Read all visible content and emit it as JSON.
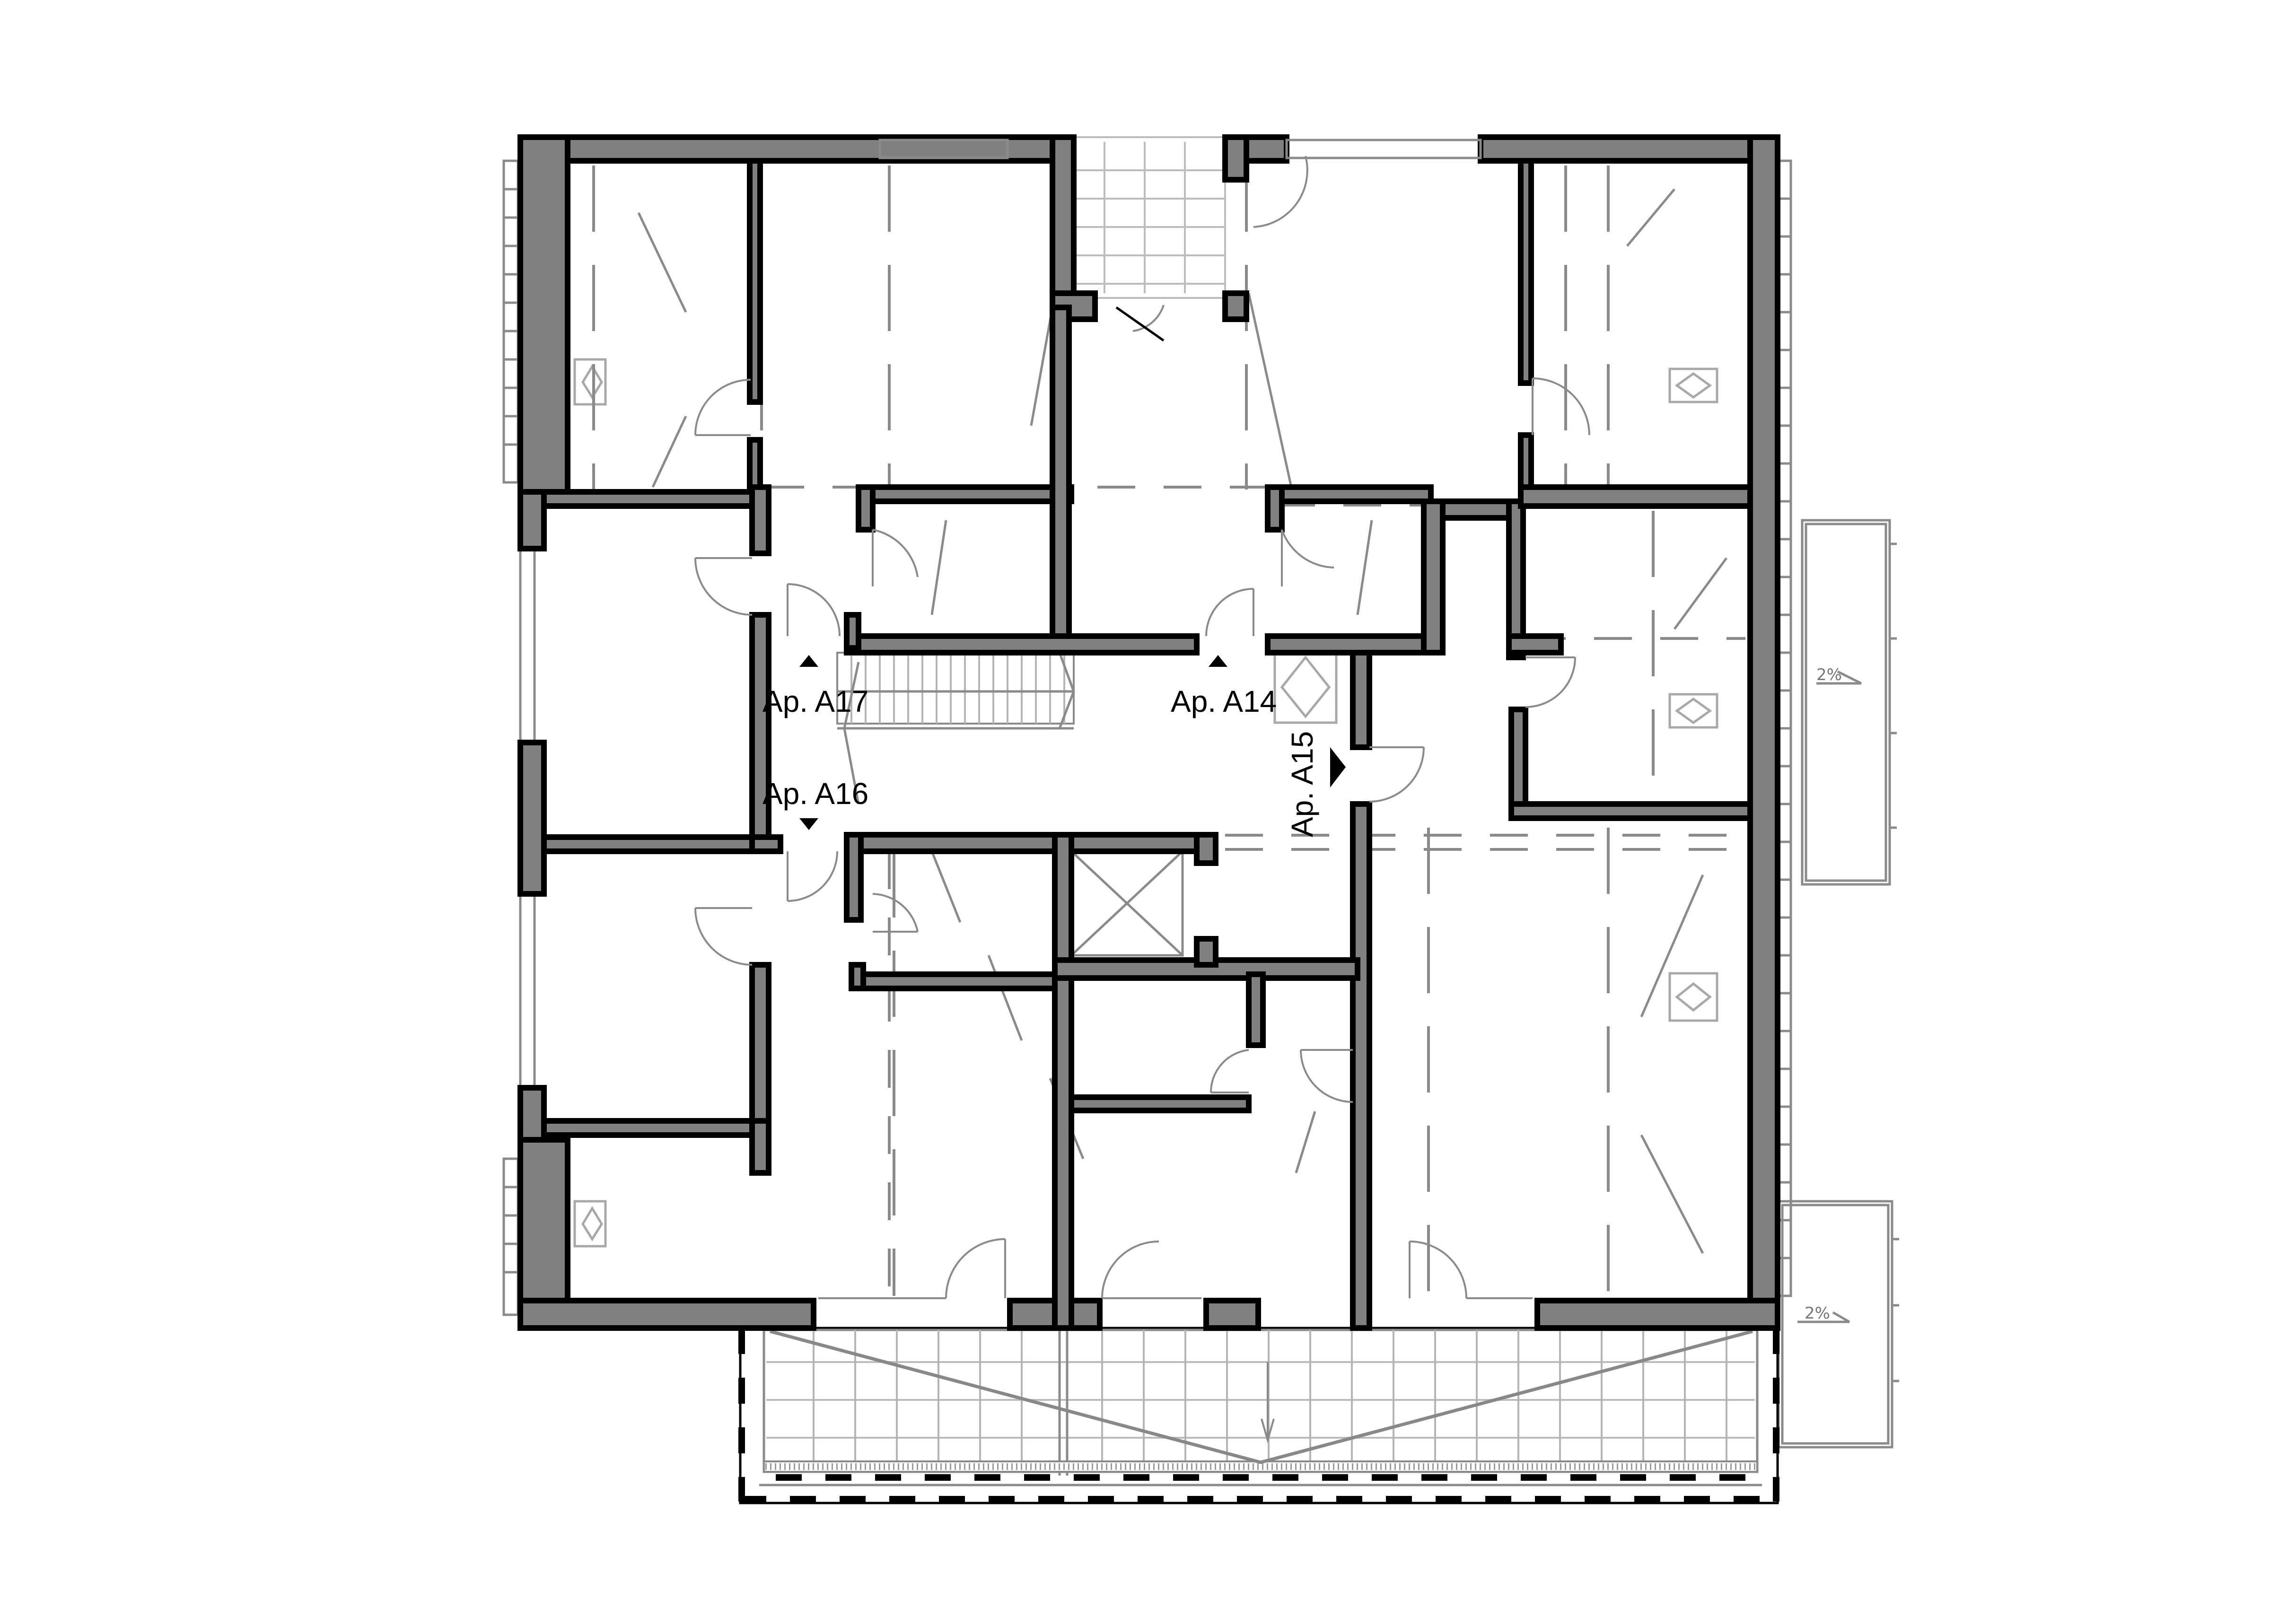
{
  "drawing": {
    "type": "architectural floor plan",
    "apartment_labels": [
      {
        "id": "A17",
        "text": "Ap. A17",
        "arrow": "up"
      },
      {
        "id": "A14",
        "text": "Ap. A14",
        "arrow": "up"
      },
      {
        "id": "A16",
        "text": "Ap. A16",
        "arrow": "down"
      },
      {
        "id": "A15",
        "text": "Ap. A15",
        "arrow": "right",
        "rotated": true
      }
    ],
    "slope_annotations": [
      {
        "text": "2%",
        "location": "right-balcony-upper"
      },
      {
        "text": "2%",
        "location": "right-balcony-lower"
      }
    ],
    "colors": {
      "wall_fill": "#808080",
      "wall_outline": "#000000",
      "fixture_lines": "#8a8a8a",
      "background": "#ffffff"
    },
    "features": [
      "stairwell",
      "elevator-shaft",
      "south-terrace",
      "east-balconies",
      "roof-windows",
      "internal-doors"
    ]
  }
}
